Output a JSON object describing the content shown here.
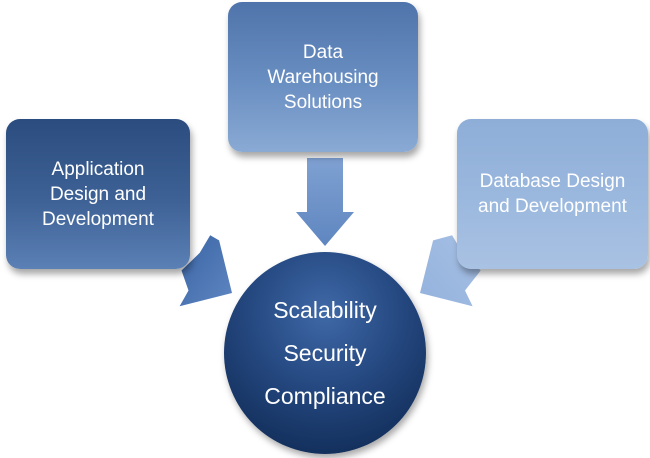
{
  "boxes": {
    "left": [
      "Application",
      "Design and",
      "Development"
    ],
    "top": [
      "Data",
      "Warehousing",
      "Solutions"
    ],
    "right": [
      "Database Design",
      "and Development"
    ]
  },
  "center": [
    "Scalability",
    "Security",
    "Compliance"
  ],
  "colors": {
    "dark_blue": "#1c3a6b",
    "mid_blue": "#5f84ba",
    "light_blue": "#9bb8de",
    "arrow_blue": "#8aaedc"
  }
}
